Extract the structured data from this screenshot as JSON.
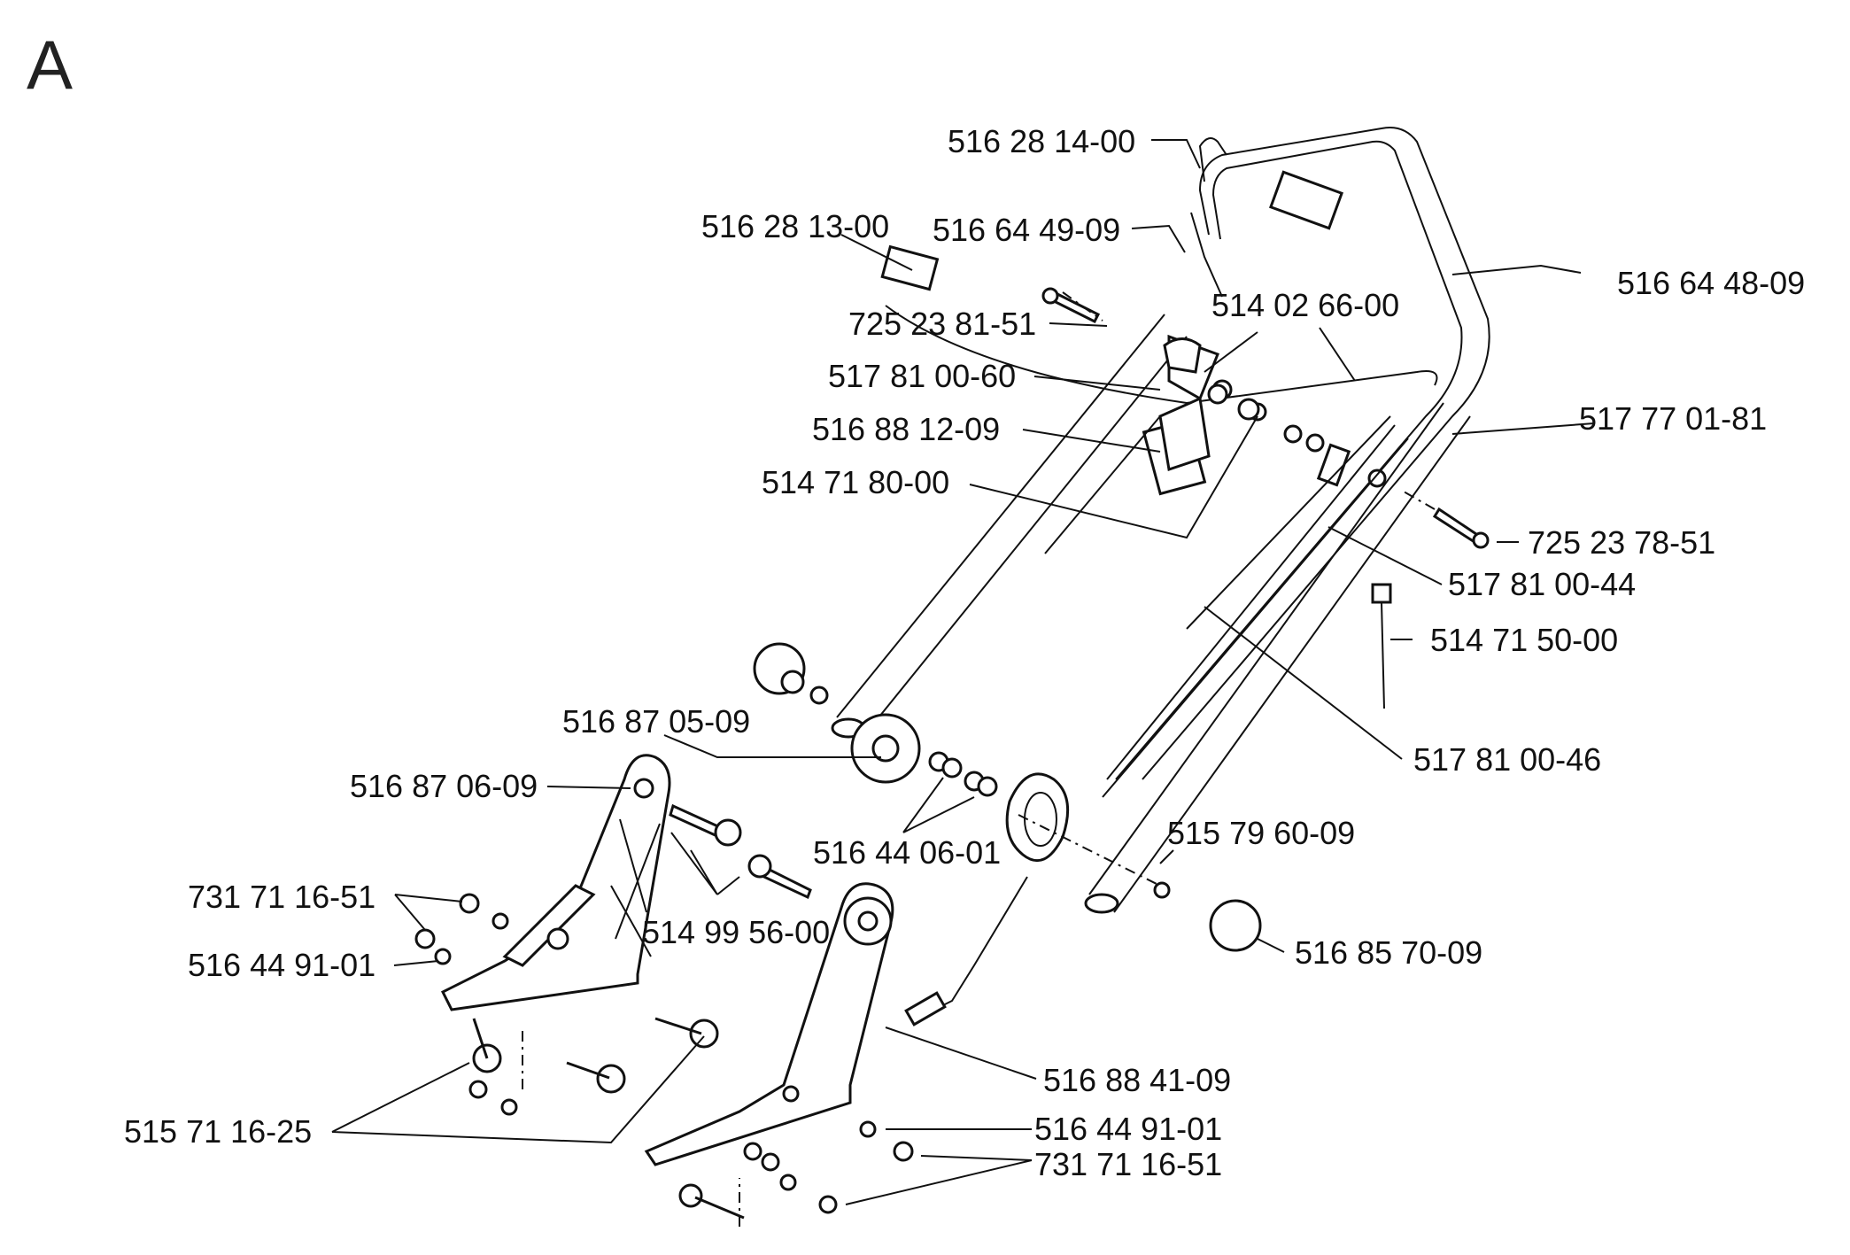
{
  "section_letter": "A",
  "labels": {
    "l_516_28_14_00": "516 28 14-00",
    "l_516_28_13_00": "516 28 13-00",
    "l_516_64_49_09": "516 64 49-09",
    "l_516_64_48_09": "516 64 48-09",
    "l_725_23_81_51": "725 23 81-51",
    "l_514_02_66_00": "514 02 66-00",
    "l_517_81_00_60": "517 81 00-60",
    "l_517_77_01_81": "517 77 01-81",
    "l_516_88_12_09": "516 88 12-09",
    "l_514_71_80_00": "514 71 80-00",
    "l_725_23_78_51": "725 23 78-51",
    "l_517_81_00_44": "517 81 00-44",
    "l_514_71_50_00": "514 71 50-00",
    "l_516_87_05_09": "516 87 05-09",
    "l_517_81_00_46": "517 81 00-46",
    "l_516_87_06_09": "516 87 06-09",
    "l_516_44_06_01": "516 44 06-01",
    "l_515_79_60_09": "515 79 60-09",
    "l_731_71_16_51_a": "731 71 16-51",
    "l_514_99_56_00": "514 99 56-00",
    "l_516_85_70_09": "516 85 70-09",
    "l_516_44_91_01_a": "516 44 91-01",
    "l_516_88_41_09": "516 88 41-09",
    "l_515_71_16_25": "515 71 16-25",
    "l_516_44_91_01_b": "516 44 91-01",
    "l_731_71_16_51_b": "731 71 16-51"
  }
}
